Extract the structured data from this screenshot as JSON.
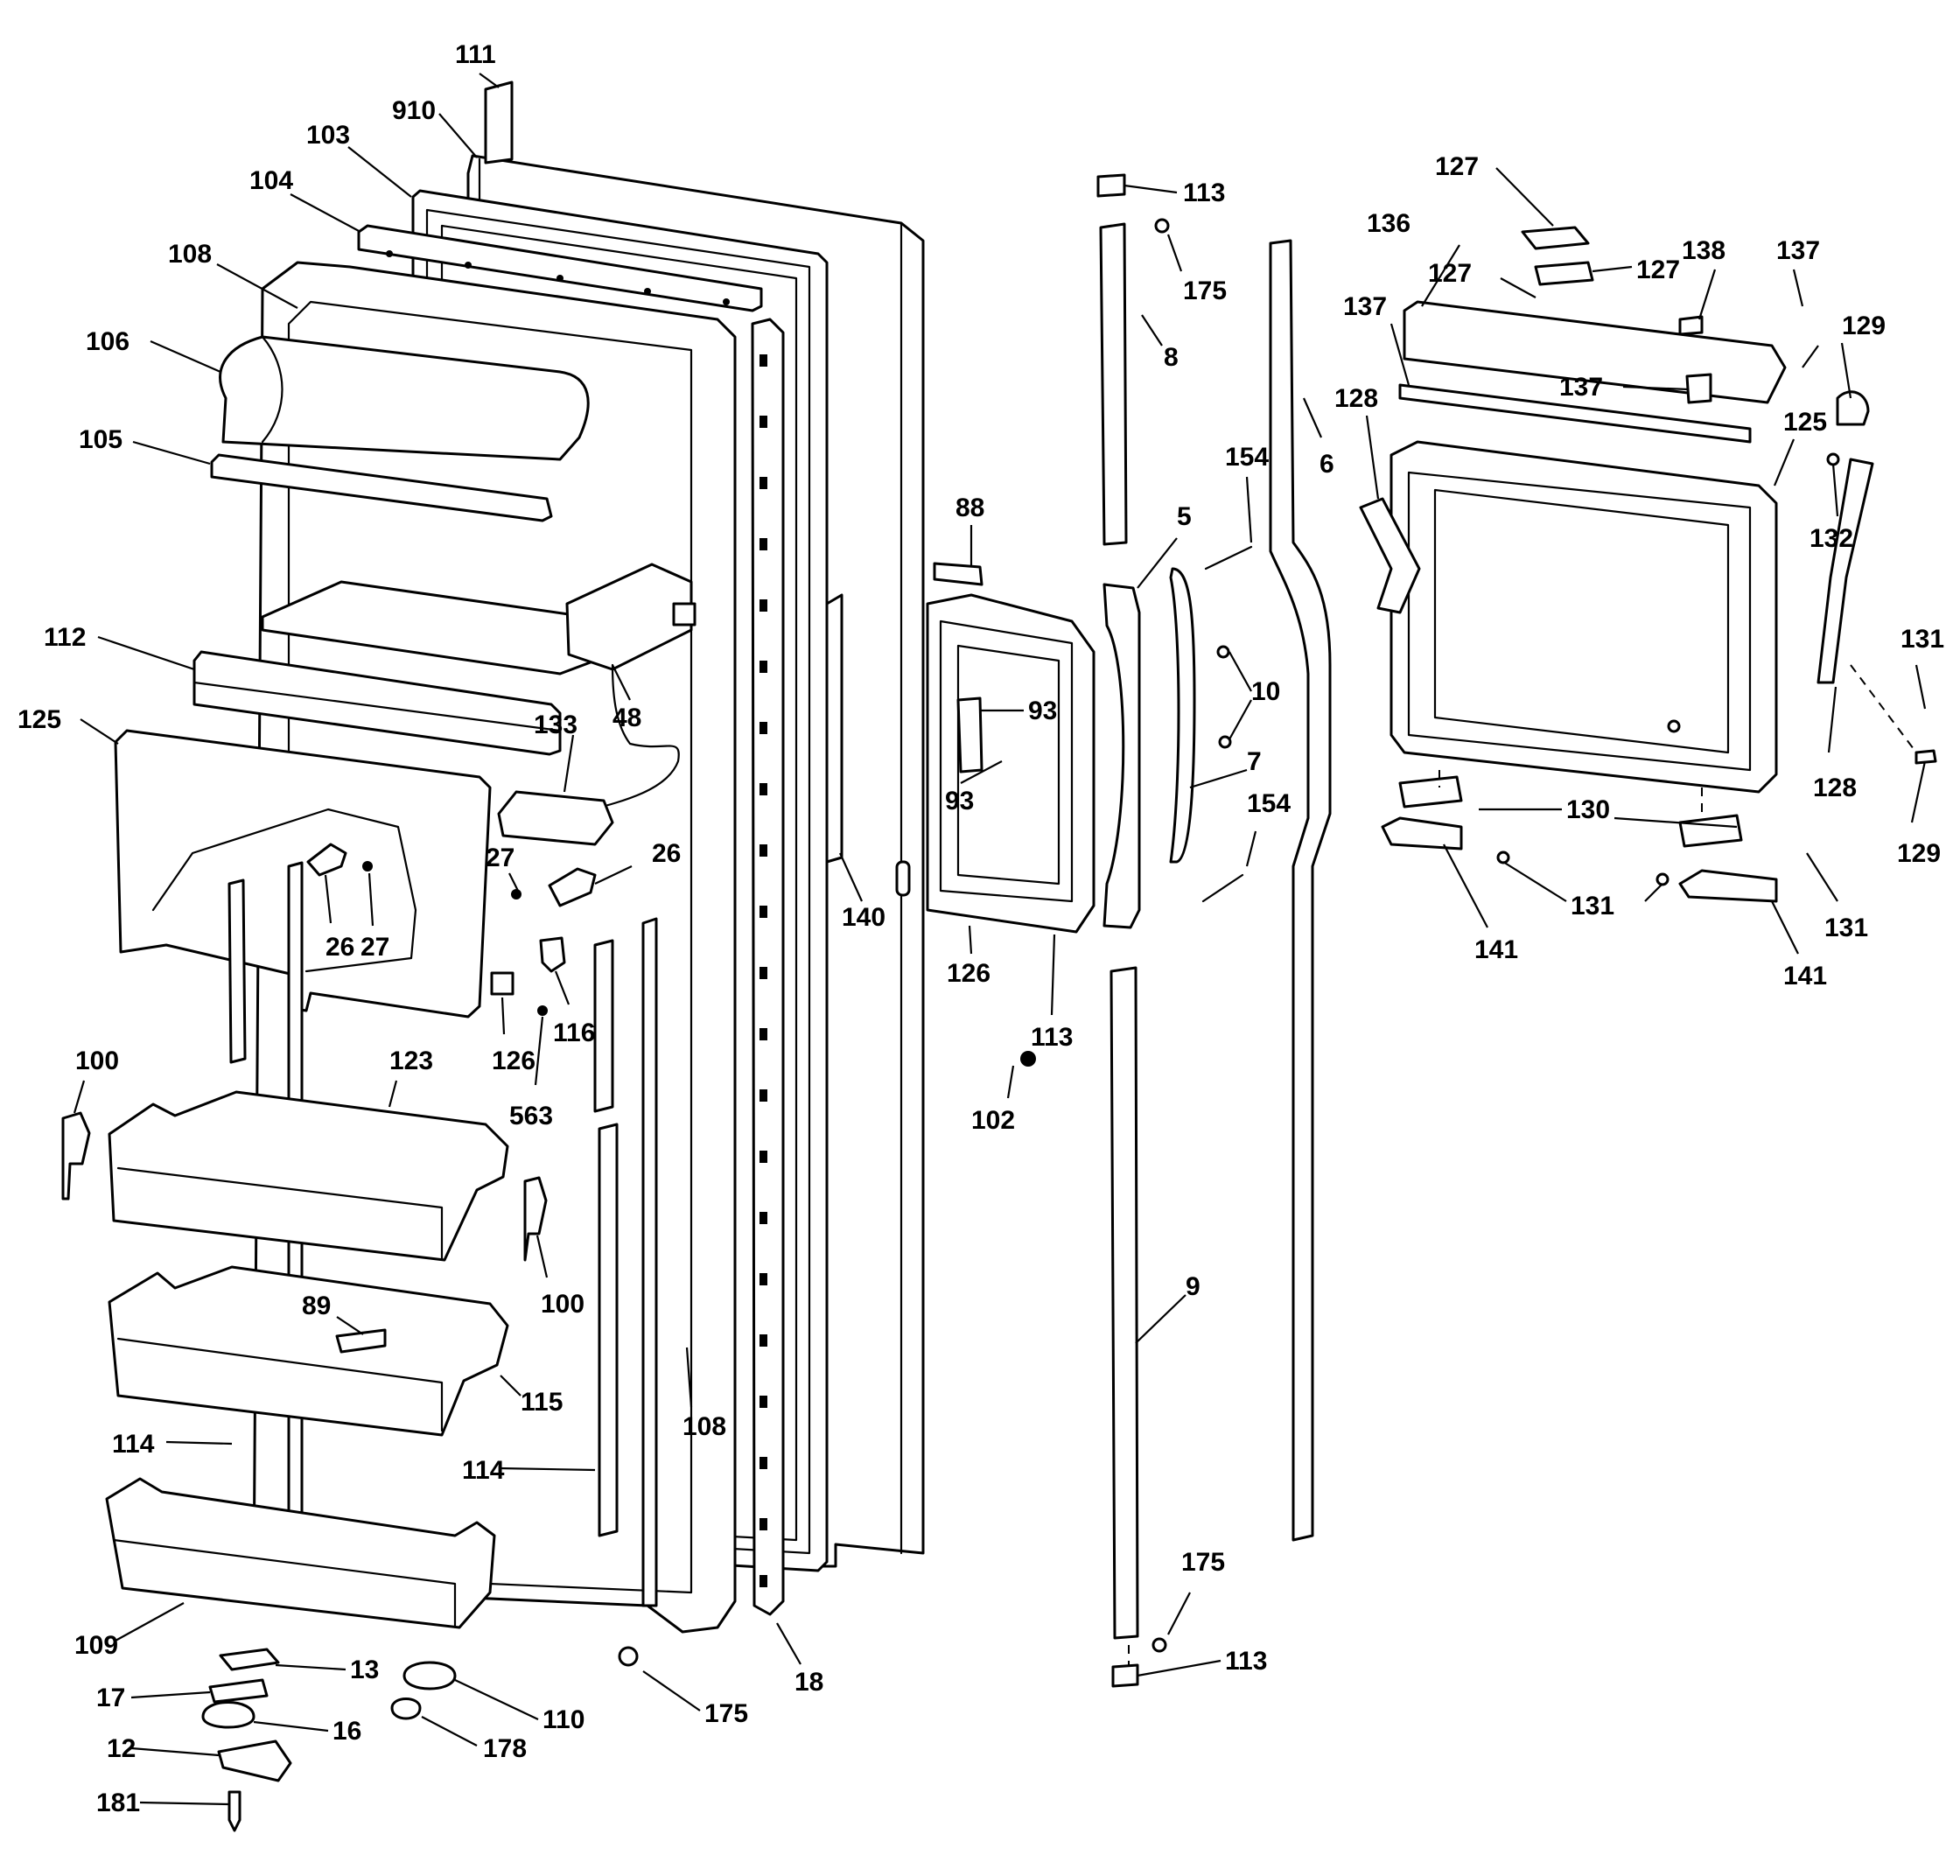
{
  "diagram": {
    "callouts": [
      {
        "id": "c111",
        "label": "111"
      },
      {
        "id": "c910",
        "label": "910"
      },
      {
        "id": "c103",
        "label": "103"
      },
      {
        "id": "c104",
        "label": "104"
      },
      {
        "id": "c108a",
        "label": "108"
      },
      {
        "id": "c106",
        "label": "106"
      },
      {
        "id": "c105",
        "label": "105"
      },
      {
        "id": "c112",
        "label": "112"
      },
      {
        "id": "c125a",
        "label": "125"
      },
      {
        "id": "c133",
        "label": "133"
      },
      {
        "id": "c48",
        "label": "48"
      },
      {
        "id": "c27a",
        "label": "27"
      },
      {
        "id": "c26a",
        "label": "26"
      },
      {
        "id": "c26b",
        "label": "26"
      },
      {
        "id": "c27b",
        "label": "27"
      },
      {
        "id": "c126a",
        "label": "126"
      },
      {
        "id": "c563",
        "label": "563"
      },
      {
        "id": "c116",
        "label": "116"
      },
      {
        "id": "c123",
        "label": "123"
      },
      {
        "id": "c100a",
        "label": "100"
      },
      {
        "id": "c100b",
        "label": "100"
      },
      {
        "id": "c89",
        "label": "89"
      },
      {
        "id": "c115",
        "label": "115"
      },
      {
        "id": "c114a",
        "label": "114"
      },
      {
        "id": "c114b",
        "label": "114"
      },
      {
        "id": "c108b",
        "label": "108"
      },
      {
        "id": "c109",
        "label": "109"
      },
      {
        "id": "c13",
        "label": "13"
      },
      {
        "id": "c17",
        "label": "17"
      },
      {
        "id": "c16",
        "label": "16"
      },
      {
        "id": "c12",
        "label": "12"
      },
      {
        "id": "c181",
        "label": "181"
      },
      {
        "id": "c110",
        "label": "110"
      },
      {
        "id": "c178",
        "label": "178"
      },
      {
        "id": "c175a",
        "label": "175"
      },
      {
        "id": "c18",
        "label": "18"
      },
      {
        "id": "c140",
        "label": "140"
      },
      {
        "id": "c88",
        "label": "88"
      },
      {
        "id": "c93a",
        "label": "93"
      },
      {
        "id": "c93b",
        "label": "93"
      },
      {
        "id": "c126b",
        "label": "126"
      },
      {
        "id": "c102",
        "label": "102"
      },
      {
        "id": "c113a",
        "label": "113"
      },
      {
        "id": "c113b",
        "label": "113"
      },
      {
        "id": "c175b",
        "label": "175"
      },
      {
        "id": "c8",
        "label": "8"
      },
      {
        "id": "c5",
        "label": "5"
      },
      {
        "id": "c154a",
        "label": "154"
      },
      {
        "id": "c10",
        "label": "10"
      },
      {
        "id": "c7",
        "label": "7"
      },
      {
        "id": "c154b",
        "label": "154"
      },
      {
        "id": "c6",
        "label": "6"
      },
      {
        "id": "c9",
        "label": "9"
      },
      {
        "id": "c175c",
        "label": "175"
      },
      {
        "id": "c113c",
        "label": "113"
      },
      {
        "id": "c127a",
        "label": "127"
      },
      {
        "id": "c136",
        "label": "136"
      },
      {
        "id": "c127b",
        "label": "127"
      },
      {
        "id": "c127c",
        "label": "127"
      },
      {
        "id": "c138",
        "label": "138"
      },
      {
        "id": "c137a",
        "label": "137"
      },
      {
        "id": "c137b",
        "label": "137"
      },
      {
        "id": "c137c",
        "label": "137"
      },
      {
        "id": "c129a",
        "label": "129"
      },
      {
        "id": "c128a",
        "label": "128"
      },
      {
        "id": "c125b",
        "label": "125"
      },
      {
        "id": "c132",
        "label": "132"
      },
      {
        "id": "c131a",
        "label": "131"
      },
      {
        "id": "c128b",
        "label": "128"
      },
      {
        "id": "c129b",
        "label": "129"
      },
      {
        "id": "c130",
        "label": "130"
      },
      {
        "id": "c131b",
        "label": "131"
      },
      {
        "id": "c131c",
        "label": "131"
      },
      {
        "id": "c141a",
        "label": "141"
      },
      {
        "id": "c141b",
        "label": "141"
      }
    ]
  }
}
